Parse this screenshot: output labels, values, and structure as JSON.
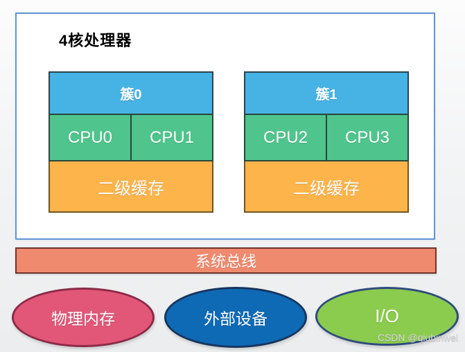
{
  "watermark": "CSDN @qiubinwei",
  "processor": {
    "title": "4核处理器",
    "clusters": [
      {
        "name": "簇0",
        "cpus": [
          "CPU0",
          "CPU1"
        ],
        "cache_label": "二级缓存"
      },
      {
        "name": "簇1",
        "cpus": [
          "CPU2",
          "CPU3"
        ],
        "cache_label": "二级缓存"
      }
    ]
  },
  "system_bus": {
    "label": "系统总线"
  },
  "peripherals": [
    {
      "label": "物理内存",
      "fill": "#E25778",
      "border": "#8C2B47"
    },
    {
      "label": "外部设备",
      "fill": "#0F6AB5",
      "border": "#16355D"
    },
    {
      "label": "I/O",
      "fill": "#8BCB4E",
      "border": "#2E4B7E"
    }
  ],
  "colors": {
    "container_border": "#6094D6",
    "cluster_header_fill": "#47B2E4",
    "cpu_fill": "#4FC48C",
    "cache_fill": "#FDB44B",
    "bus_fill": "#F08A6E",
    "bus_border": "#6E352B",
    "background": "#EFF0F1"
  }
}
